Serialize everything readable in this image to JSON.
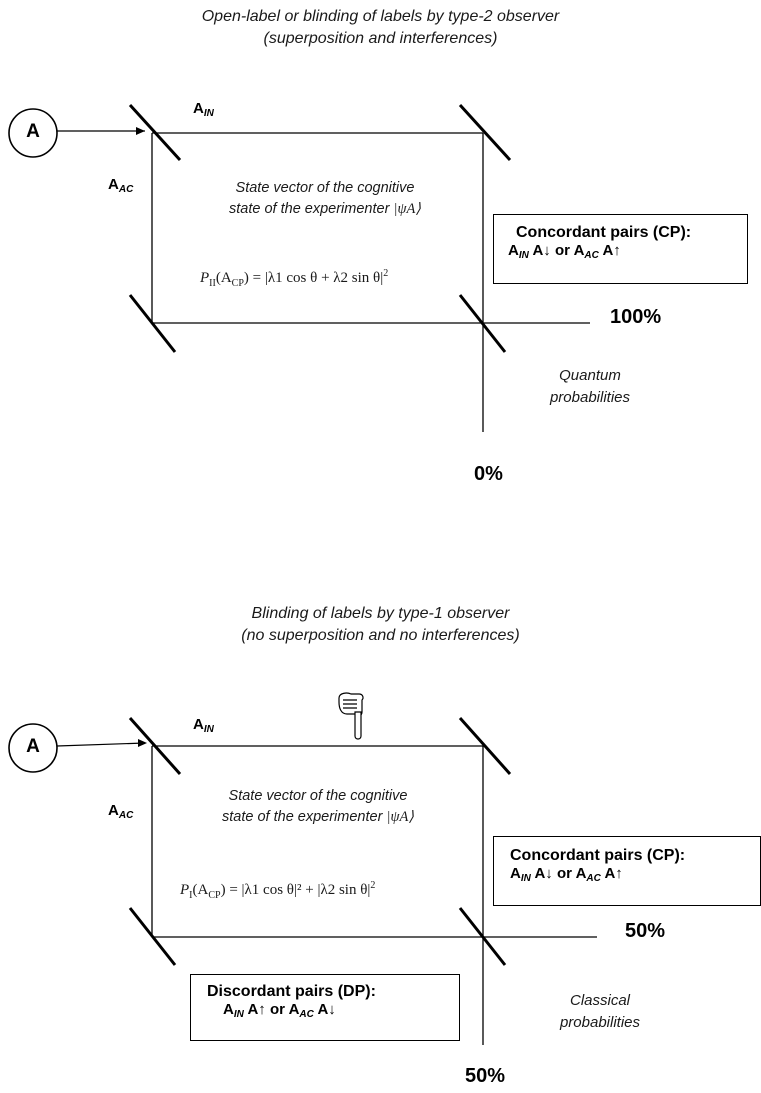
{
  "top": {
    "title_line1": "Open-label or blinding of labels by type-2 observer",
    "title_line2": "(superposition and interferences)",
    "source": "A",
    "label_in": "A",
    "label_in_sub": "IN",
    "label_ac": "A",
    "label_ac_sub": "AC",
    "state_line1": "State vector of the cognitive",
    "state_line2": "state of the experimenter",
    "state_ket": "|ψA⟩",
    "formula_prefix": "P",
    "formula_prefix_sub": "II",
    "formula_body": "(A",
    "formula_body_sub": "CP",
    "formula_rest": ") = |λ1 cos θ + λ2 sin θ|",
    "formula_power": "2",
    "cp_box_head": "Concordant pairs (CP):",
    "cp_box_body": "A IN A↓ or A AC A↑",
    "pct_right": "100%",
    "pct_bottom": "0%",
    "note_line1": "Quantum",
    "note_line2": "probabilities"
  },
  "bottom": {
    "title_line1": "Blinding of labels by type-1 observer",
    "title_line2": "(no superposition and no interferences)",
    "source": "A",
    "label_in": "A",
    "label_in_sub": "IN",
    "label_ac": "A",
    "label_ac_sub": "AC",
    "state_line1": "State vector of the cognitive",
    "state_line2": "state of the experimenter",
    "state_ket": "|ψA⟩",
    "formula_prefix": "P",
    "formula_prefix_sub": "I",
    "formula_body": "(A",
    "formula_body_sub": "CP",
    "formula_rest": ") = |λ1 cos θ|² + |λ2 sin θ|",
    "formula_power": "2",
    "cp_box_head": "Concordant pairs (CP):",
    "cp_box_body": "A IN A↓ or A AC A↑",
    "dp_box_head": "Discordant pairs (DP):",
    "dp_box_body": "A IN A↑ or A AC A↓",
    "pct_right": "50%",
    "pct_bottom": "50%",
    "note_line1": "Classical",
    "note_line2": "probabilities",
    "pointer_icon": "pointing-hand-icon"
  }
}
